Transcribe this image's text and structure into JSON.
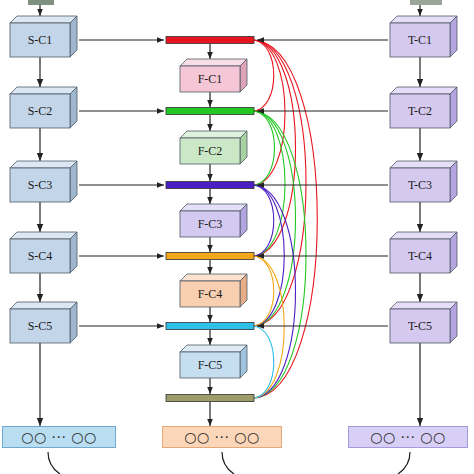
{
  "diagram": {
    "nodes": [
      {
        "text": [
          "S-C1"
        ]
      },
      {
        "text": [
          "S-C2"
        ]
      },
      {
        "text": [
          "S-C3"
        ]
      },
      {
        "text": [
          "S-C4"
        ]
      },
      {
        "text": [
          "S-C5"
        ]
      },
      {
        "text": [
          "F-C1"
        ]
      },
      {
        "text": [
          "F-C2"
        ]
      },
      {
        "text": [
          "F-C3"
        ]
      },
      {
        "text": [
          "F-C4"
        ]
      },
      {
        "text": [
          "F-C5"
        ]
      },
      {
        "text": [
          "T-C1"
        ]
      },
      {
        "text": [
          "T-C2"
        ]
      },
      {
        "text": [
          "T-C3"
        ]
      },
      {
        "text": [
          "T-C4"
        ]
      },
      {
        "text": [
          "T-C5"
        ]
      },
      {
        "text": [
          "○○ ··· ○○"
        ]
      },
      {
        "text": [
          "○○ ··· ○○"
        ]
      },
      {
        "text": [
          "○○ ··· ○○"
        ]
      }
    ],
    "edges": [
      {
        "from": 0,
        "to": 1,
        "arrow": "to"
      },
      {
        "from": 1,
        "to": 2,
        "arrow": "to"
      },
      {
        "from": 2,
        "to": 3,
        "arrow": "to"
      },
      {
        "from": 3,
        "to": 4,
        "arrow": "to"
      },
      {
        "from": 10,
        "to": 11,
        "arrow": "to"
      },
      {
        "from": 11,
        "to": 12,
        "arrow": "to"
      },
      {
        "from": 12,
        "to": 13,
        "arrow": "to"
      },
      {
        "from": 13,
        "to": 14,
        "arrow": "to"
      },
      {
        "from": 4,
        "to": 15,
        "arrow": "to"
      },
      {
        "from": 14,
        "to": 17,
        "arrow": "to"
      }
    ]
  }
}
